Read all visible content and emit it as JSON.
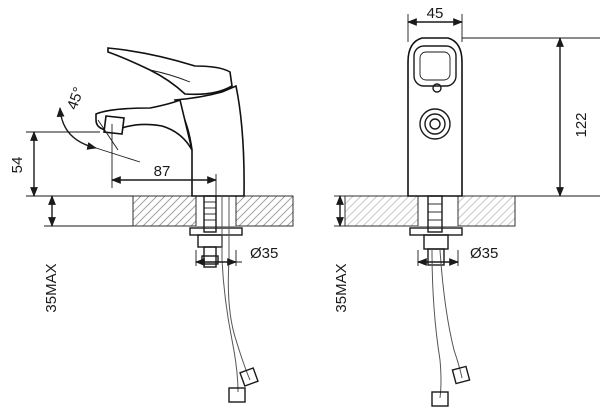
{
  "drawing": {
    "side_view": {
      "dim_spout_height": "54",
      "dim_spout_reach": "87",
      "dim_handle_angle": "45°",
      "dim_hole_diameter": "Ø35",
      "dim_max_thickness": "35MAX"
    },
    "front_view": {
      "dim_width": "45",
      "dim_height": "122",
      "dim_hole_diameter": "Ø35",
      "dim_max_thickness": "35MAX"
    }
  }
}
